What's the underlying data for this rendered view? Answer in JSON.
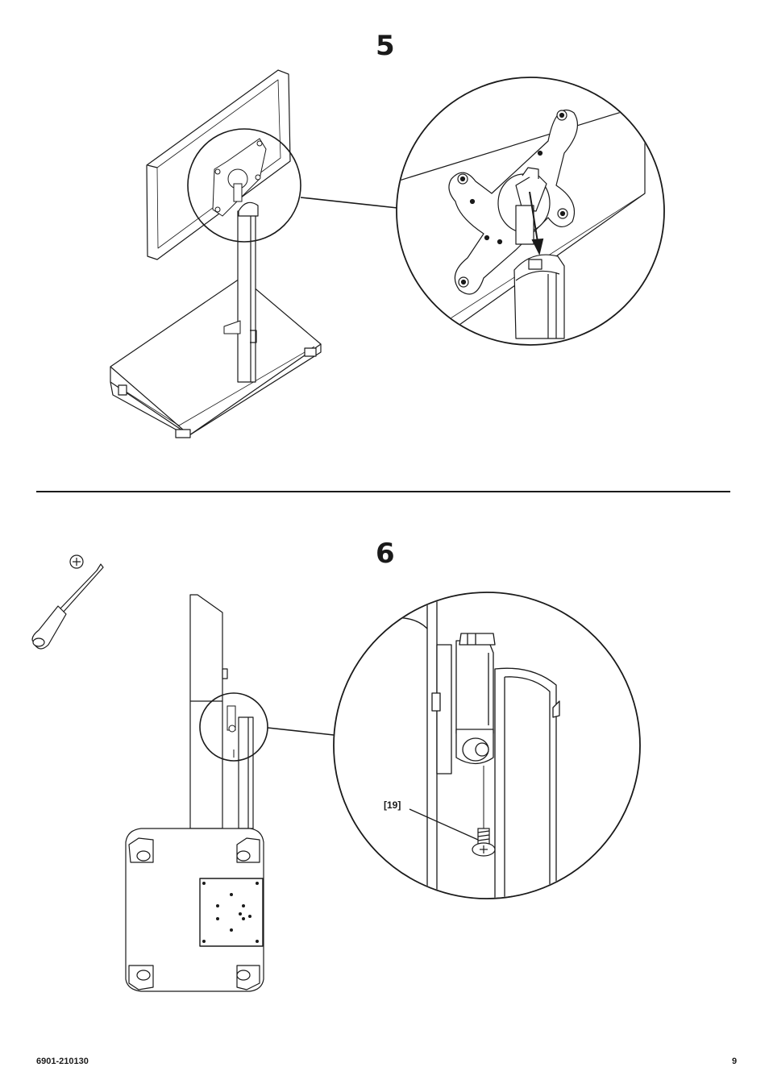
{
  "steps": [
    {
      "number": "5"
    },
    {
      "number": "6"
    }
  ],
  "callouts": {
    "screw": "[19]"
  },
  "footer": {
    "doc_code": "6901-210130",
    "page_number": "9"
  },
  "icons": [
    "monitor-stand-assembly-icon",
    "mount-detail-icon",
    "screwdriver-icon",
    "phillips-head-icon",
    "screw-icon",
    "arrow-down-icon"
  ]
}
